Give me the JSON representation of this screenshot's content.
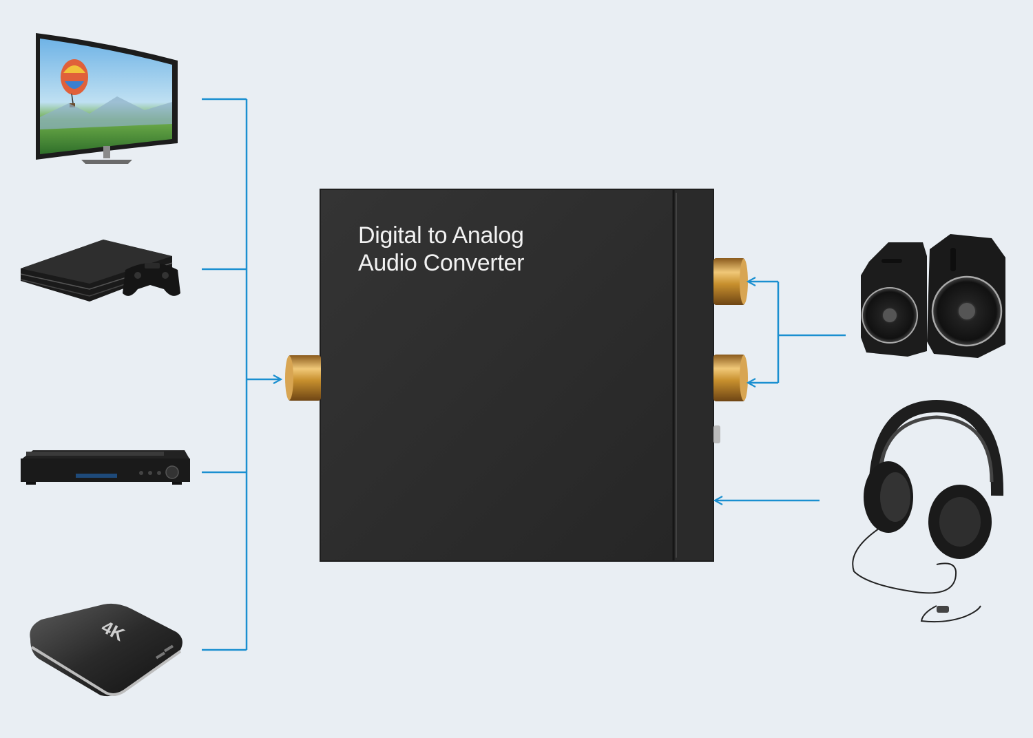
{
  "converter": {
    "title_line1": "Digital to Analog",
    "title_line2": "Audio Converter"
  },
  "devices": {
    "sources": [
      {
        "id": "tv",
        "icon": "tv-icon"
      },
      {
        "id": "console",
        "icon": "game-console-icon"
      },
      {
        "id": "dvd",
        "icon": "dvd-player-icon"
      },
      {
        "id": "tvbox",
        "icon": "tv-box-icon",
        "badge": "4K"
      }
    ],
    "outputs": [
      {
        "id": "speakers",
        "icon": "speakers-icon"
      },
      {
        "id": "headphones",
        "icon": "headphones-icon"
      }
    ]
  },
  "colors": {
    "background": "#e9eef3",
    "connector_line": "#1a8fd0",
    "converter_body": "#2f2f2f",
    "rca_gold": "#c8902e"
  }
}
